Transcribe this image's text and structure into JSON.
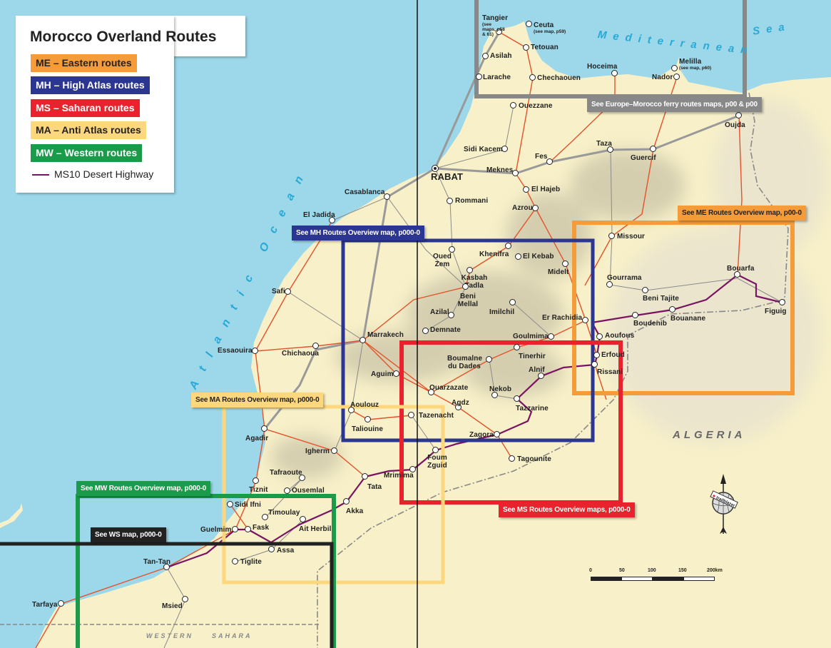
{
  "legend": {
    "title": "Morocco Overland Routes",
    "items": [
      {
        "code": "ME",
        "label": "ME – Eastern routes",
        "color": "#f59c3a",
        "text": "#222"
      },
      {
        "code": "MH",
        "label": "MH – High Atlas routes",
        "color": "#2b3592",
        "text": "#fff"
      },
      {
        "code": "MS",
        "label": "MS – Saharan routes",
        "color": "#e8232d",
        "text": "#fff"
      },
      {
        "code": "MA",
        "label": "MA – Anti Atlas routes",
        "color": "#fdd77e",
        "text": "#222"
      },
      {
        "code": "MW",
        "label": "MW – Western routes",
        "color": "#1a9b4a",
        "text": "#fff"
      }
    ],
    "highway": {
      "label": "MS10 Desert Highway",
      "color": "#7a1462"
    }
  },
  "boxes": {
    "ferry": {
      "label": "See Europe–Morocco ferry routes maps, p00 & p00",
      "color": "#888888"
    },
    "me": {
      "label": "See ME Routes Overview map, p00-0",
      "color": "#f59c3a"
    },
    "mh": {
      "label": "See MH Routes Overview map, p000-0",
      "color": "#2b3592"
    },
    "ms": {
      "label": "See MS Routes Overview maps, p000-0",
      "color": "#e8232d"
    },
    "ma": {
      "label": "See MA Routes Overview map, p000-0",
      "color": "#fdd77e"
    },
    "mw": {
      "label": "See MW Routes Overview map, p000-0",
      "color": "#1a9b4a"
    },
    "ws": {
      "label": "See WS map, p000-0",
      "color": "#222222"
    }
  },
  "regions": {
    "mediterranean": "Mediterranean",
    "sea": "Sea",
    "atlantic": "Atlantic Ocean",
    "algeria": "ALGERIA",
    "western": "WESTERN",
    "sahara": "SAHARA"
  },
  "scale": {
    "ticks": [
      "0",
      "50",
      "100",
      "150",
      "200km"
    ]
  },
  "compass": {
    "brand": "trailblazer"
  },
  "cities": [
    {
      "name": "Tangier",
      "note": "(see maps, p58 & 61)"
    },
    {
      "name": "Ceuta",
      "note": "(see map, p59)"
    },
    {
      "name": "Tetouan"
    },
    {
      "name": "Asilah"
    },
    {
      "name": "Larache"
    },
    {
      "name": "Chechaouen"
    },
    {
      "name": "Hoceima"
    },
    {
      "name": "Melilla",
      "note": "(see map, p60)"
    },
    {
      "name": "Nador"
    },
    {
      "name": "Ouezzane"
    },
    {
      "name": "Oujda"
    },
    {
      "name": "Taza"
    },
    {
      "name": "Guercif"
    },
    {
      "name": "Sidi Kacem"
    },
    {
      "name": "Fes"
    },
    {
      "name": "Meknes"
    },
    {
      "name": "RABAT"
    },
    {
      "name": "El Hajeb"
    },
    {
      "name": "Rommani"
    },
    {
      "name": "Azrou"
    },
    {
      "name": "Casablanca"
    },
    {
      "name": "El Jadida"
    },
    {
      "name": "Khenifra"
    },
    {
      "name": "El Kebab"
    },
    {
      "name": "Midelt"
    },
    {
      "name": "Oued Zem"
    },
    {
      "name": "Kasbah Tadla"
    },
    {
      "name": "Beni Mellal"
    },
    {
      "name": "Azilal"
    },
    {
      "name": "Imilchil"
    },
    {
      "name": "Demnate"
    },
    {
      "name": "Er Rachidia"
    },
    {
      "name": "Goulmima"
    },
    {
      "name": "Aoufous"
    },
    {
      "name": "Boudenib"
    },
    {
      "name": "Bouanane"
    },
    {
      "name": "Beni Tajite"
    },
    {
      "name": "Gourrama"
    },
    {
      "name": "Missour"
    },
    {
      "name": "Bouarfa"
    },
    {
      "name": "Figuig"
    },
    {
      "name": "Erfoud"
    },
    {
      "name": "Rissani"
    },
    {
      "name": "Marrakech"
    },
    {
      "name": "Essaouira"
    },
    {
      "name": "Chichaoua"
    },
    {
      "name": "Safi"
    },
    {
      "name": "Tinerhir"
    },
    {
      "name": "Boumalne du Dades"
    },
    {
      "name": "Alnif"
    },
    {
      "name": "Ouarzazate"
    },
    {
      "name": "Nekob"
    },
    {
      "name": "Agdz"
    },
    {
      "name": "Tazzarine"
    },
    {
      "name": "Aguim"
    },
    {
      "name": "Aoulouz"
    },
    {
      "name": "Taliouine"
    },
    {
      "name": "Tazenacht"
    },
    {
      "name": "Zagora"
    },
    {
      "name": "Foum Zguid"
    },
    {
      "name": "Tagounite"
    },
    {
      "name": "Agadir"
    },
    {
      "name": "Igherm"
    },
    {
      "name": "Mrimima"
    },
    {
      "name": "Tata"
    },
    {
      "name": "Tafraoute"
    },
    {
      "name": "Tiznit"
    },
    {
      "name": "Ousemlal"
    },
    {
      "name": "Akka"
    },
    {
      "name": "Sidi Ifni"
    },
    {
      "name": "Timoulay"
    },
    {
      "name": "Ait Herbil"
    },
    {
      "name": "Guelmim"
    },
    {
      "name": "Fask"
    },
    {
      "name": "Assa"
    },
    {
      "name": "Tiglite"
    },
    {
      "name": "Tan-Tan"
    },
    {
      "name": "Msied"
    },
    {
      "name": "Tarfaya"
    }
  ]
}
